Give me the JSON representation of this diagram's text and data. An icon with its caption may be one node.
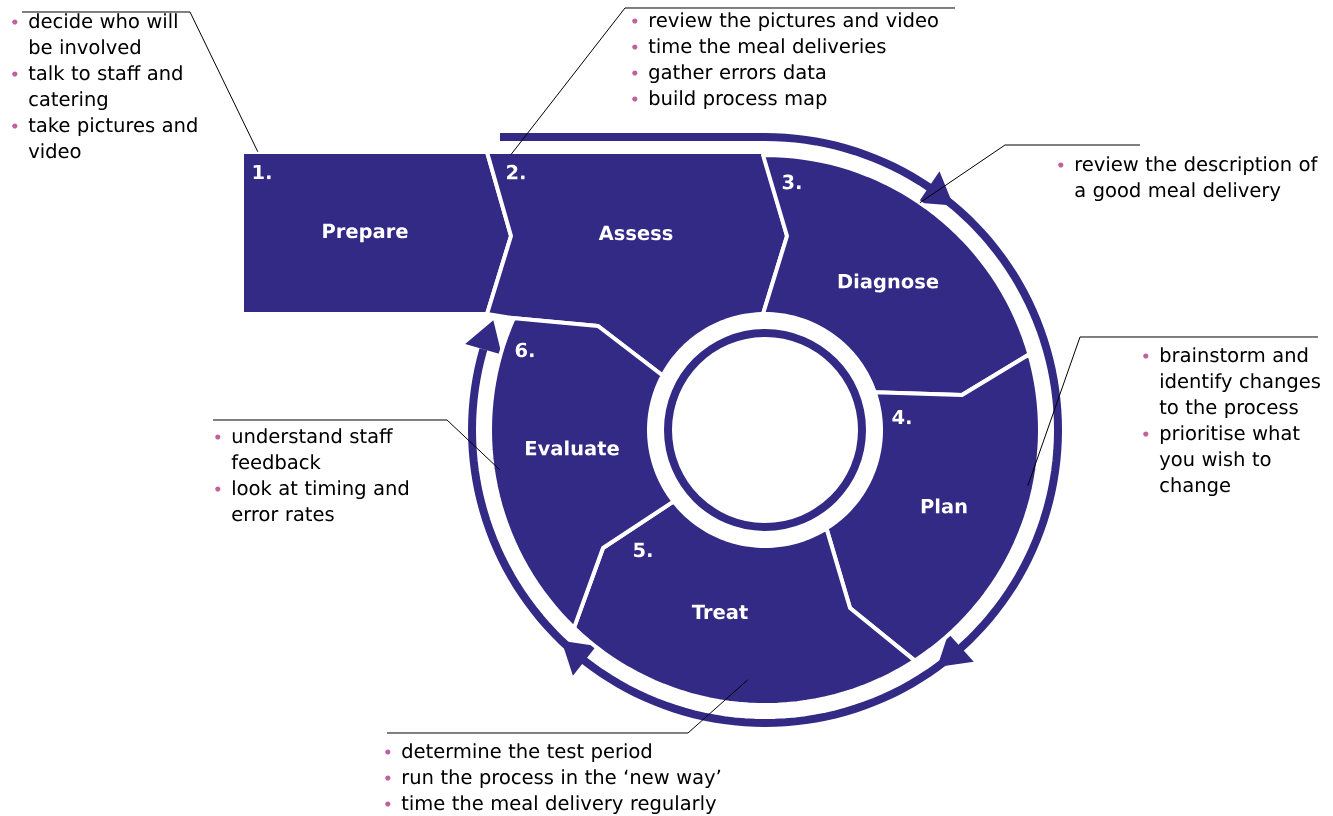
{
  "diagram": {
    "nodes": [
      {
        "text": [
          "1.",
          "Prepare"
        ]
      },
      {
        "text": [
          "2.",
          "Assess"
        ]
      },
      {
        "text": [
          "3.",
          "Diagnose"
        ]
      },
      {
        "text": [
          "4.",
          "Plan"
        ]
      },
      {
        "text": [
          "5.",
          "Treat"
        ]
      },
      {
        "text": [
          "6.",
          "Evaluate"
        ]
      },
      {
        "text": [
          "decide who will be involved",
          "talk to staff and catering",
          "take pictures and video"
        ]
      },
      {
        "text": [
          "review the pictures and video",
          "time the meal deliveries",
          "gather errors data",
          "build process map"
        ]
      },
      {
        "text": [
          "review the description of a good meal delivery"
        ]
      },
      {
        "text": [
          "brainstorm and identify changes to the process",
          "prioritise what you wish to change"
        ]
      },
      {
        "text": [
          "determine the test period",
          "run the process in the ‘new way’",
          "time the meal delivery regularly"
        ]
      },
      {
        "text": [
          "understand staff feedback",
          "look at timing and error rates"
        ]
      }
    ],
    "edges": [
      {
        "from": 6,
        "to": 0,
        "arrow": "none"
      },
      {
        "from": 7,
        "to": 1,
        "arrow": "none"
      },
      {
        "from": 8,
        "to": 2,
        "arrow": "none"
      },
      {
        "from": 9,
        "to": 3,
        "arrow": "none"
      },
      {
        "from": 10,
        "to": 4,
        "arrow": "none"
      },
      {
        "from": 11,
        "to": 5,
        "arrow": "none"
      }
    ]
  }
}
